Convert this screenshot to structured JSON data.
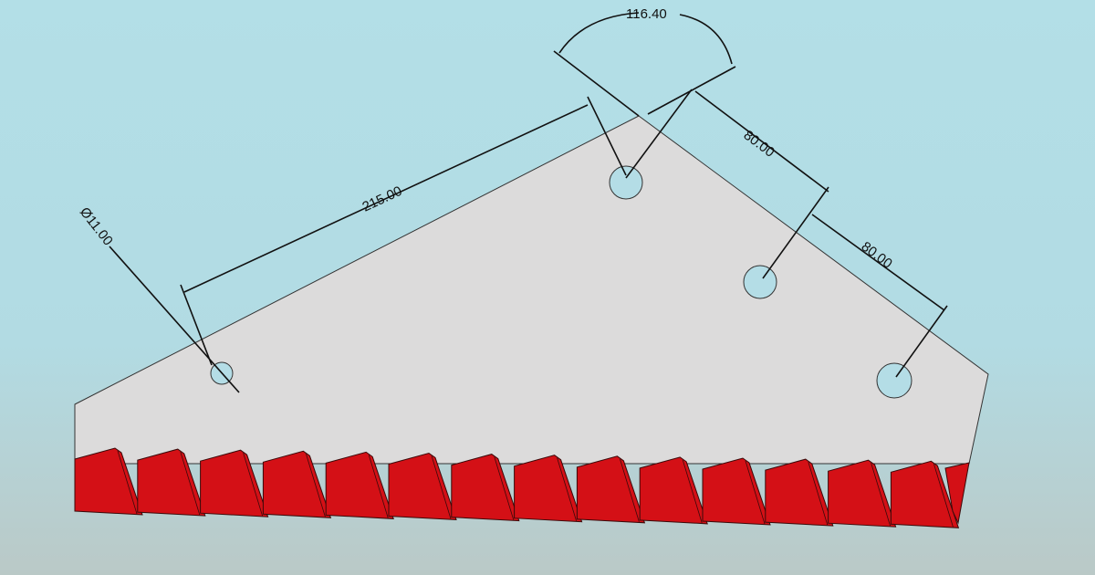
{
  "dimensions": {
    "angle": "116.40",
    "length": "215.00",
    "spacing_upper": "80.00",
    "spacing_lower": "80.00",
    "hole_diameter": "Ø11.00"
  },
  "colors": {
    "plate": "#dcdbdb",
    "teeth": "#d41016",
    "hole": "#b4dde6",
    "line": "#111111"
  },
  "teeth_count": 14
}
